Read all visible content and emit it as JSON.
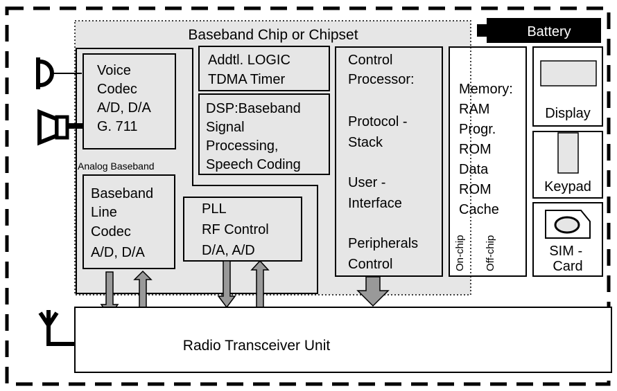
{
  "title": "Baseband Chip or Chipset",
  "battery": "Battery",
  "voice_codec": [
    "Voice",
    "Codec",
    "A/D, D/A",
    "G. 711"
  ],
  "analog_baseband": "Analog Baseband",
  "baseband_line_codec": [
    "Baseband",
    "Line",
    "Codec",
    "A/D, D/A"
  ],
  "pll": [
    "PLL",
    "RF Control",
    "D/A, A/D"
  ],
  "addtl_logic": [
    "Addtl. LOGIC",
    "TDMA Timer"
  ],
  "dsp": [
    "DSP:Baseband",
    "Signal",
    "Processing,",
    "Speech Coding"
  ],
  "control_processor": [
    "Control",
    "Processor:",
    "",
    "Protocol -",
    "Stack",
    "",
    "User -",
    "Interface",
    "",
    "Peripherals",
    "Control"
  ],
  "memory": [
    "Memory:",
    "RAM",
    "Progr.",
    "ROM",
    "Data",
    "ROM",
    "Cache"
  ],
  "on_chip": "On-chip",
  "off_chip": "Off-chip",
  "display": "Display",
  "keypad": "Keypad",
  "sim_card": [
    "SIM -",
    "Card"
  ],
  "radio": "Radio Transceiver Unit",
  "colors": {
    "chip_fill": "#e6e6e6",
    "arrow_fill": "#999999",
    "stroke": "#000000"
  }
}
